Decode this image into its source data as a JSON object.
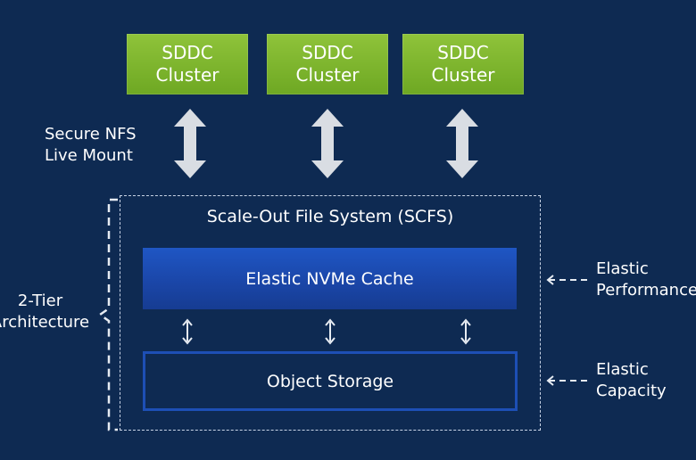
{
  "clusters": [
    {
      "line1": "SDDC",
      "line2": "Cluster"
    },
    {
      "line1": "SDDC",
      "line2": "Cluster"
    },
    {
      "line1": "SDDC",
      "line2": "Cluster"
    }
  ],
  "mount_label": {
    "line1": "Secure NFS",
    "line2": "Live Mount"
  },
  "tier_label": {
    "line1": "2-Tier",
    "line2": "Architecture"
  },
  "scfs_title": "Scale-Out File System (SCFS)",
  "nvme_cache": "Elastic NVMe Cache",
  "object_storage": "Object Storage",
  "elastic_performance": {
    "line1": "Elastic",
    "line2": "Performance"
  },
  "elastic_capacity": {
    "line1": "Elastic",
    "line2": "Capacity"
  },
  "colors": {
    "background": "#0e2a52",
    "cluster_green": "#7cb52c",
    "nvme_blue": "#1a45a6",
    "storage_border": "#1d4fb5"
  }
}
